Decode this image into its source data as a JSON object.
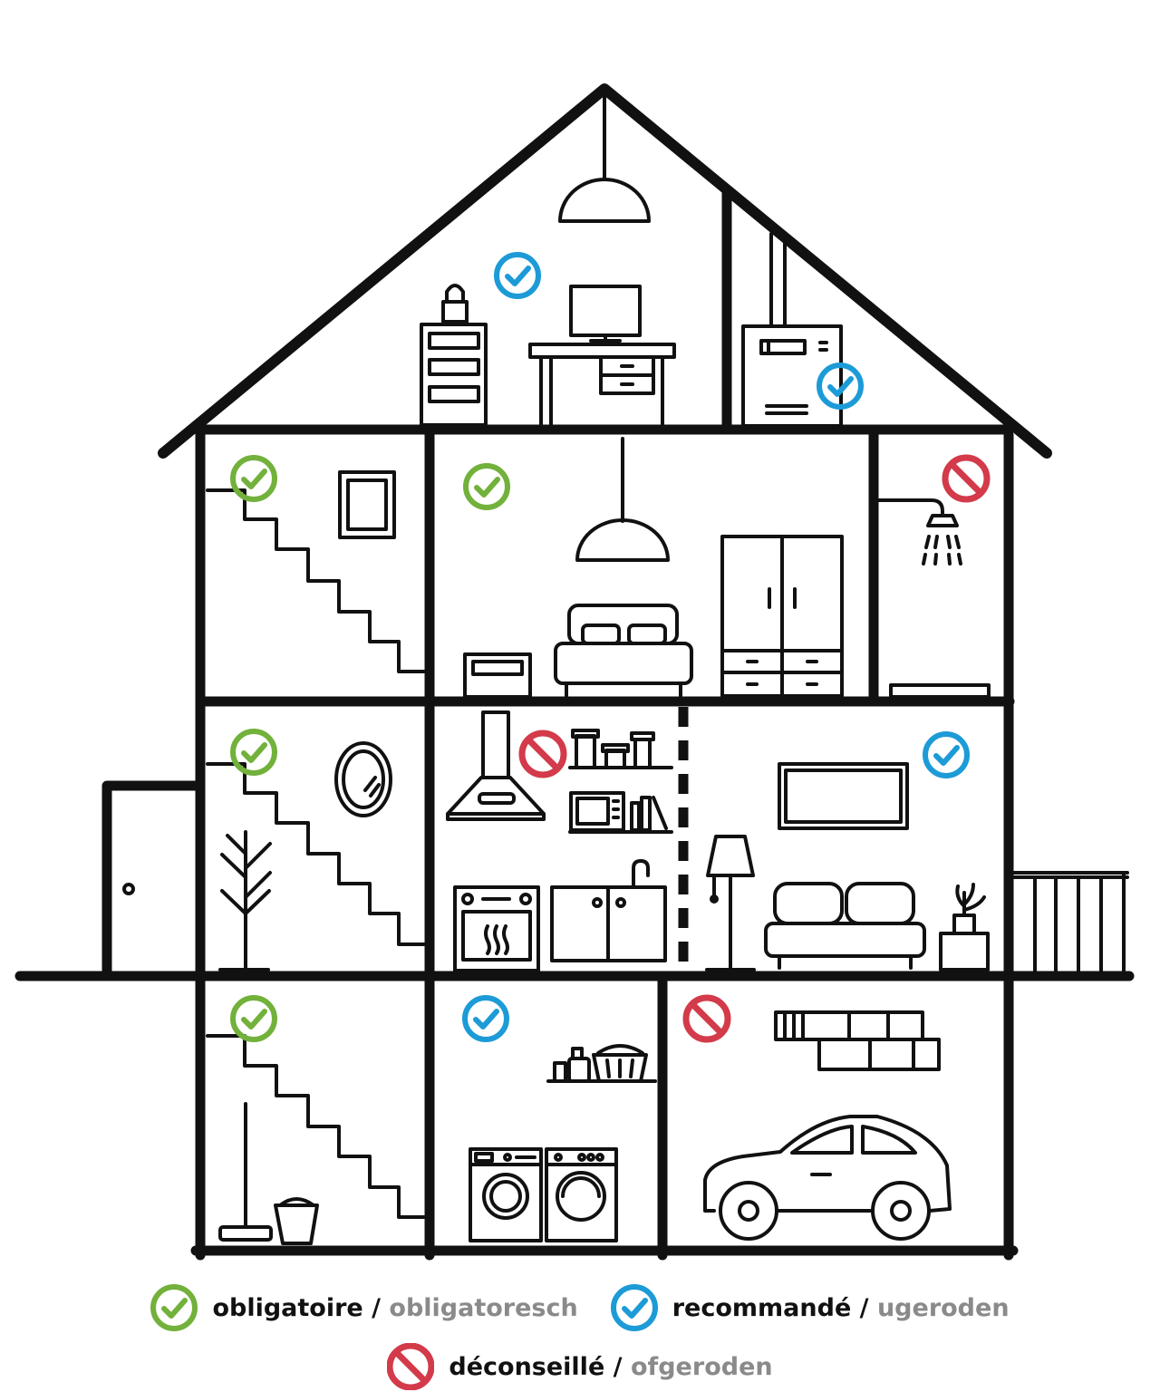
{
  "colors": {
    "outline": "#111111",
    "mandatory": "#72b13b",
    "recommended": "#1c9bd7",
    "discouraged": "#d33a4a",
    "secondary_text": "#8a8a8a"
  },
  "legend": {
    "separator": "/",
    "items": [
      {
        "status": "mandatory",
        "icon": "green-check-icon",
        "label_fr": "obligatoire",
        "label_lb": "obligatoresch"
      },
      {
        "status": "recommended",
        "icon": "blue-check-icon",
        "label_fr": "recommandé",
        "label_lb": "ugeroden"
      },
      {
        "status": "discouraged",
        "icon": "red-prohibited-icon",
        "label_fr": "déconseillé",
        "label_lb": "ofgeroden"
      }
    ]
  },
  "rooms": [
    {
      "room": "attic-office",
      "status": "recommended",
      "icon": "blue-check-icon"
    },
    {
      "room": "attic-boiler-room",
      "status": "recommended",
      "icon": "blue-check-icon"
    },
    {
      "room": "upper-stair-hall",
      "status": "mandatory",
      "icon": "green-check-icon"
    },
    {
      "room": "bedroom",
      "status": "mandatory",
      "icon": "green-check-icon"
    },
    {
      "room": "bathroom",
      "status": "discouraged",
      "icon": "red-prohibited-icon"
    },
    {
      "room": "ground-stair-hall",
      "status": "mandatory",
      "icon": "green-check-icon"
    },
    {
      "room": "kitchen",
      "status": "discouraged",
      "icon": "red-prohibited-icon"
    },
    {
      "room": "living-room",
      "status": "recommended",
      "icon": "blue-check-icon"
    },
    {
      "room": "basement-stairs",
      "status": "mandatory",
      "icon": "green-check-icon"
    },
    {
      "room": "laundry-room",
      "status": "recommended",
      "icon": "blue-check-icon"
    },
    {
      "room": "garage",
      "status": "discouraged",
      "icon": "red-prohibited-icon"
    }
  ]
}
